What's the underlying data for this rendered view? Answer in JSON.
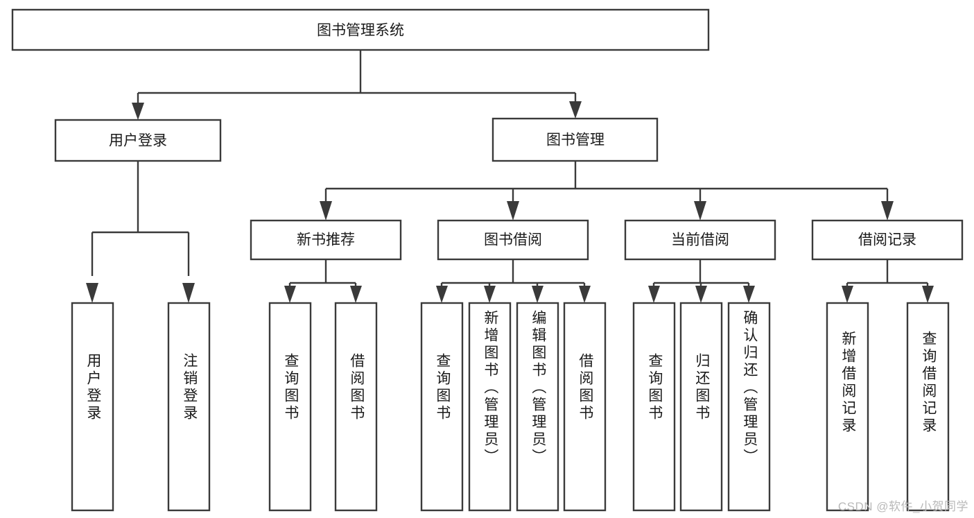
{
  "diagram": {
    "type": "tree",
    "orientation": "top-down",
    "title_node": {
      "id": "root",
      "label": "图书管理系统"
    },
    "level2": [
      {
        "id": "user-login",
        "label": "用户登录"
      },
      {
        "id": "book-management",
        "label": "图书管理"
      }
    ],
    "level3": [
      {
        "id": "new-book-recommend",
        "label": "新书推荐",
        "parent": "book-management"
      },
      {
        "id": "book-borrow",
        "label": "图书借阅",
        "parent": "book-management"
      },
      {
        "id": "current-borrow",
        "label": "当前借阅",
        "parent": "book-management"
      },
      {
        "id": "borrow-record",
        "label": "借阅记录",
        "parent": "book-management"
      }
    ],
    "leaves": [
      {
        "id": "leaf-user-login",
        "label": "用户登录",
        "parent": "user-login"
      },
      {
        "id": "leaf-user-logout",
        "label": "注销登录",
        "parent": "user-login"
      },
      {
        "id": "leaf-query-book-1",
        "label": "查询图书",
        "parent": "new-book-recommend"
      },
      {
        "id": "leaf-borrow-book-1",
        "label": "借阅图书",
        "parent": "new-book-recommend"
      },
      {
        "id": "leaf-query-book-2",
        "label": "查询图书",
        "parent": "book-borrow"
      },
      {
        "id": "leaf-add-book",
        "label": "新增图书（管理员）",
        "parent": "book-borrow"
      },
      {
        "id": "leaf-edit-book",
        "label": "编辑图书（管理员）",
        "parent": "book-borrow"
      },
      {
        "id": "leaf-borrow-book-2",
        "label": "借阅图书",
        "parent": "book-borrow"
      },
      {
        "id": "leaf-query-book-3",
        "label": "查询图书",
        "parent": "current-borrow"
      },
      {
        "id": "leaf-return-book",
        "label": "归还图书",
        "parent": "current-borrow"
      },
      {
        "id": "leaf-confirm-return",
        "label": "确认归还（管理员）",
        "parent": "current-borrow"
      },
      {
        "id": "leaf-add-borrow-record",
        "label": "新增借阅记录",
        "parent": "borrow-record"
      },
      {
        "id": "leaf-query-borrow-record",
        "label": "查询借阅记录",
        "parent": "borrow-record"
      }
    ],
    "colors": {
      "box_fill": "#ffffff",
      "box_stroke": "#3a3a3a",
      "text": "#1a1a1a",
      "background": "#ffffff",
      "watermark": "#b9b9b9"
    }
  },
  "watermark": {
    "text": "CSDN @软件_小贺同学"
  }
}
